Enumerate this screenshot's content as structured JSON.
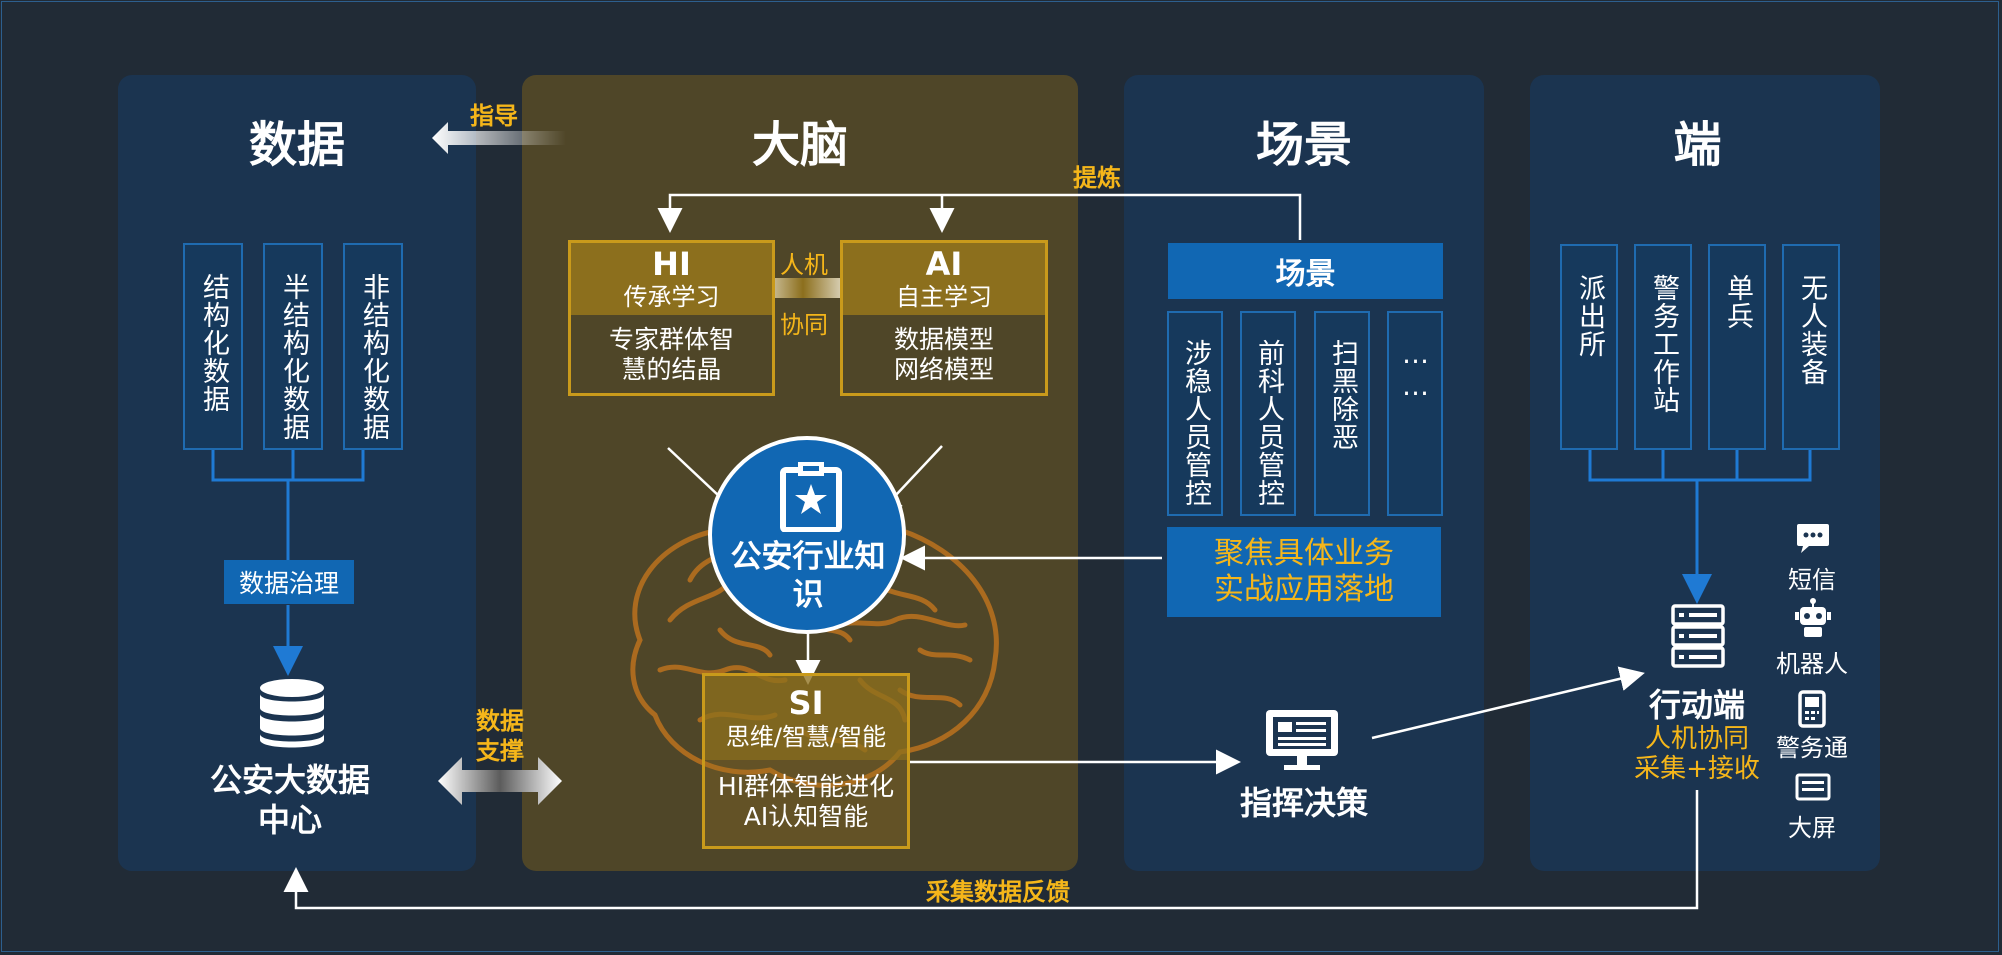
{
  "columns": {
    "data": {
      "title": "数据",
      "boxes": [
        "结构化数据",
        "半结构化数据",
        "非结构化数据"
      ],
      "governance": "数据治理",
      "center": "公安大数据中心"
    },
    "brain": {
      "title": "大脑",
      "hi": {
        "head": "HI",
        "sub": "传承学习",
        "body": "专家群体智慧的结晶"
      },
      "ai": {
        "head": "AI",
        "sub": "自主学习",
        "body": "数据模型网络模型"
      },
      "collab": [
        "人机",
        "协同"
      ],
      "knowledge": "公安行业知识",
      "si": {
        "head": "SI",
        "sub": "思维/智慧/智能",
        "body": "HI群体智能进化AI认知智能"
      }
    },
    "scene": {
      "title": "场景",
      "header": "场景",
      "boxes": [
        "涉稳人员管控",
        "前科人员管控",
        "扫黑除恶",
        "……"
      ],
      "focus": "聚焦具体业务实战应用落地",
      "command": "指挥决策"
    },
    "terminal": {
      "title": "端",
      "boxes": [
        "派出所",
        "警务工作站",
        "单兵",
        "无人装备"
      ],
      "action": {
        "title": "行动端",
        "line1": "人机协同",
        "line2": "采集+接收"
      },
      "side": [
        {
          "icon": "chat-bubble-icon",
          "label": "短信"
        },
        {
          "icon": "robot-icon",
          "label": "机器人"
        },
        {
          "icon": "phone-icon",
          "label": "警务通"
        },
        {
          "icon": "screen-icon",
          "label": "大屏"
        }
      ]
    }
  },
  "arrows": {
    "guide": "指导",
    "refine": "提炼",
    "support": "数据支撑",
    "feedback": "采集数据反馈"
  },
  "colors": {
    "panel_blue": "#1b3450",
    "panel_gold": "#4f4628",
    "accent_gold": "#f5b61a",
    "accent_blue": "#1167b3",
    "background": "#212b36"
  }
}
